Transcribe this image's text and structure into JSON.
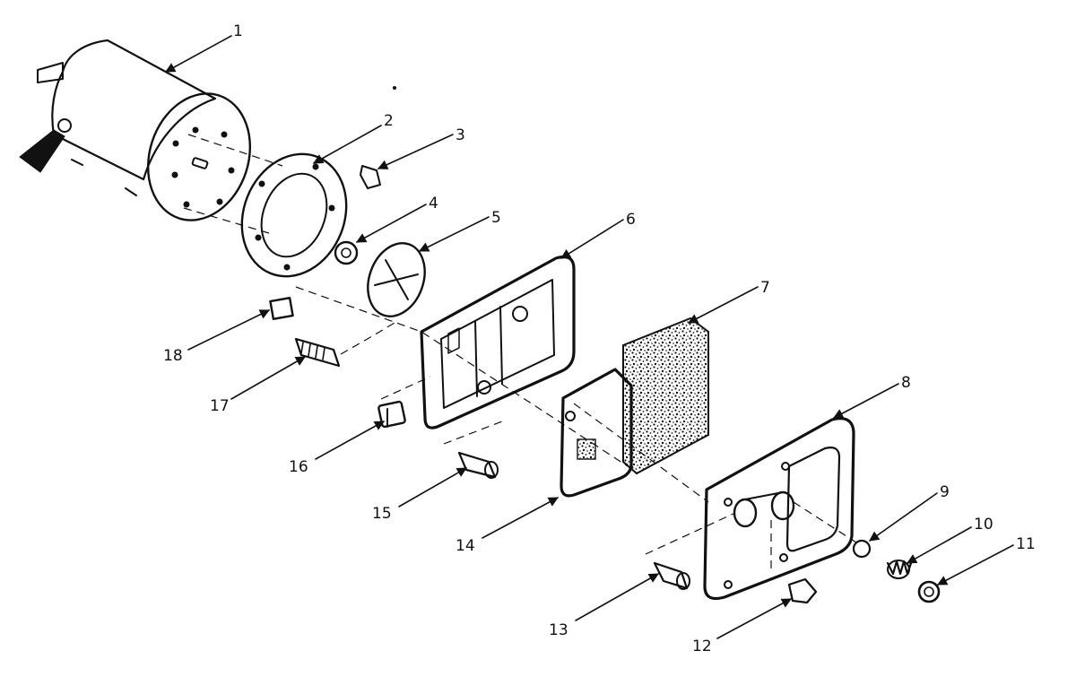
{
  "diagram": {
    "callouts": [
      {
        "id": 1,
        "label": "1"
      },
      {
        "id": 2,
        "label": "2"
      },
      {
        "id": 3,
        "label": "3"
      },
      {
        "id": 4,
        "label": "4"
      },
      {
        "id": 5,
        "label": "5"
      },
      {
        "id": 6,
        "label": "6"
      },
      {
        "id": 7,
        "label": "7"
      },
      {
        "id": 8,
        "label": "8"
      },
      {
        "id": 9,
        "label": "9"
      },
      {
        "id": 10,
        "label": "10"
      },
      {
        "id": 11,
        "label": "11"
      },
      {
        "id": 12,
        "label": "12"
      },
      {
        "id": 13,
        "label": "13"
      },
      {
        "id": 14,
        "label": "14"
      },
      {
        "id": 15,
        "label": "15"
      },
      {
        "id": 16,
        "label": "16"
      },
      {
        "id": 17,
        "label": "17"
      },
      {
        "id": 18,
        "label": "18"
      }
    ]
  },
  "colors": {
    "ink": "#111111",
    "paper": "#ffffff",
    "gray": "#d8d8d8"
  }
}
